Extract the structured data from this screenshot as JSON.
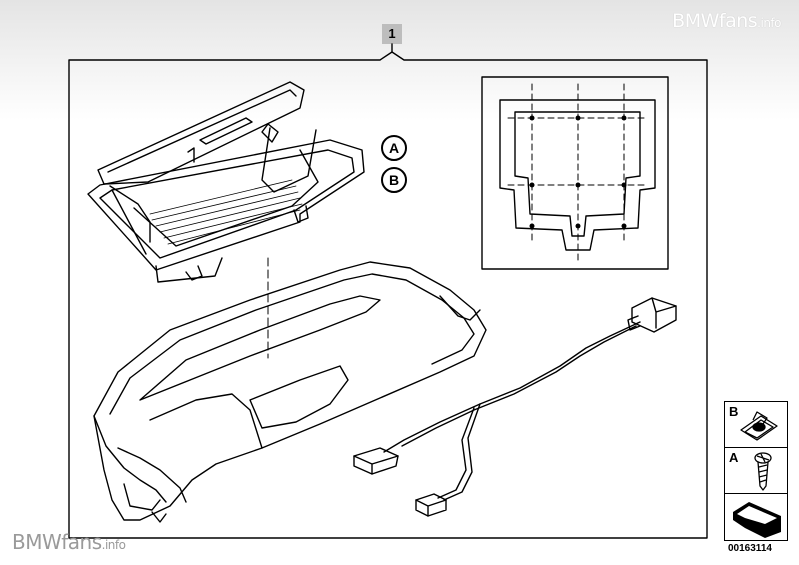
{
  "watermark": {
    "top": {
      "brand": "BMWfans",
      "suffix": ".info"
    },
    "bottom": {
      "brand": "BMWfans",
      "suffix": ".info"
    }
  },
  "part_number": "1",
  "callouts": [
    "A",
    "B"
  ],
  "legend": {
    "items": [
      {
        "letter": "B",
        "icon": "clip-nut-icon"
      },
      {
        "letter": "A",
        "icon": "screw-icon"
      },
      {
        "letter": "",
        "icon": "shim-icon"
      }
    ]
  },
  "diagram_id": "00163114",
  "colors": {
    "line": "#000000",
    "badge": "#bdbdbd"
  }
}
